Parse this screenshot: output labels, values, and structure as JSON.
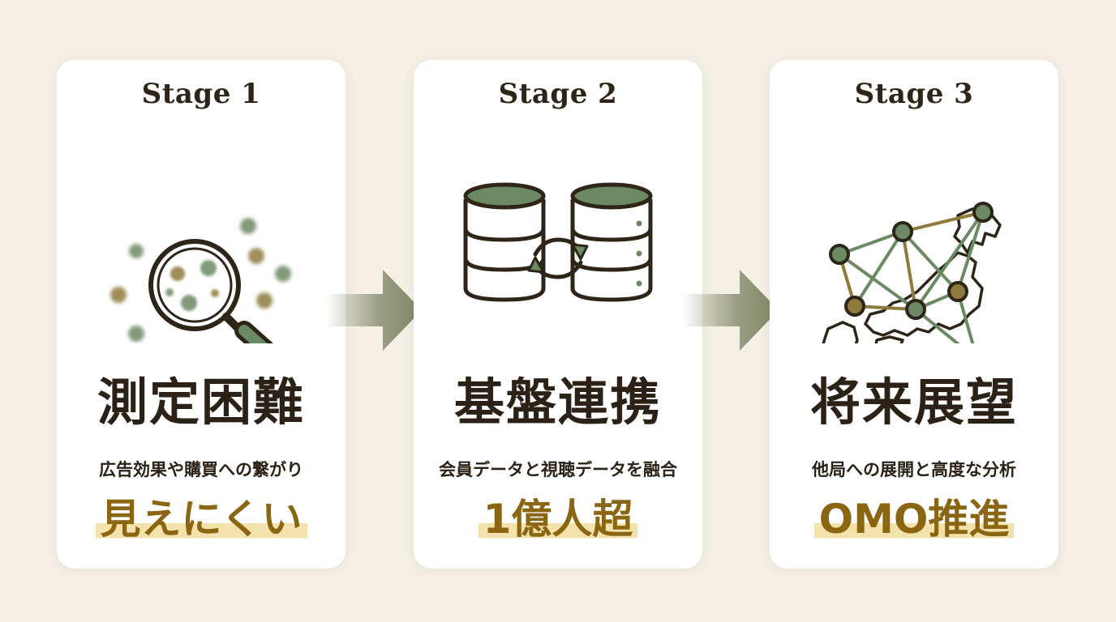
{
  "stages": [
    {
      "label": "Stage 1",
      "title": "測定困難",
      "description": "広告効果や購買への繋がり",
      "highlight": "見えにくい"
    },
    {
      "label": "Stage 2",
      "title": "基盤連携",
      "description": "会員データと視聴データを融合",
      "highlight": "1億人超"
    },
    {
      "label": "Stage 3",
      "title": "将来展望",
      "description": "他局への展開と高度な分析",
      "highlight": "OMO推進"
    }
  ],
  "icons": {
    "stage1": "magnifying-glass-icon",
    "stage2": "database-sync-icon",
    "stage3": "japan-network-map-icon",
    "flow": "right-arrow-icon"
  },
  "colors": {
    "background": "#f4f0e6",
    "card": "#ffffff",
    "text": "#2b2116",
    "accent_gold": "#8a6613",
    "highlight_bg": "#f4e2ac",
    "sage_green": "#6b8a63",
    "olive_gold": "#8e7a3c",
    "arrow": "#7e8463"
  }
}
